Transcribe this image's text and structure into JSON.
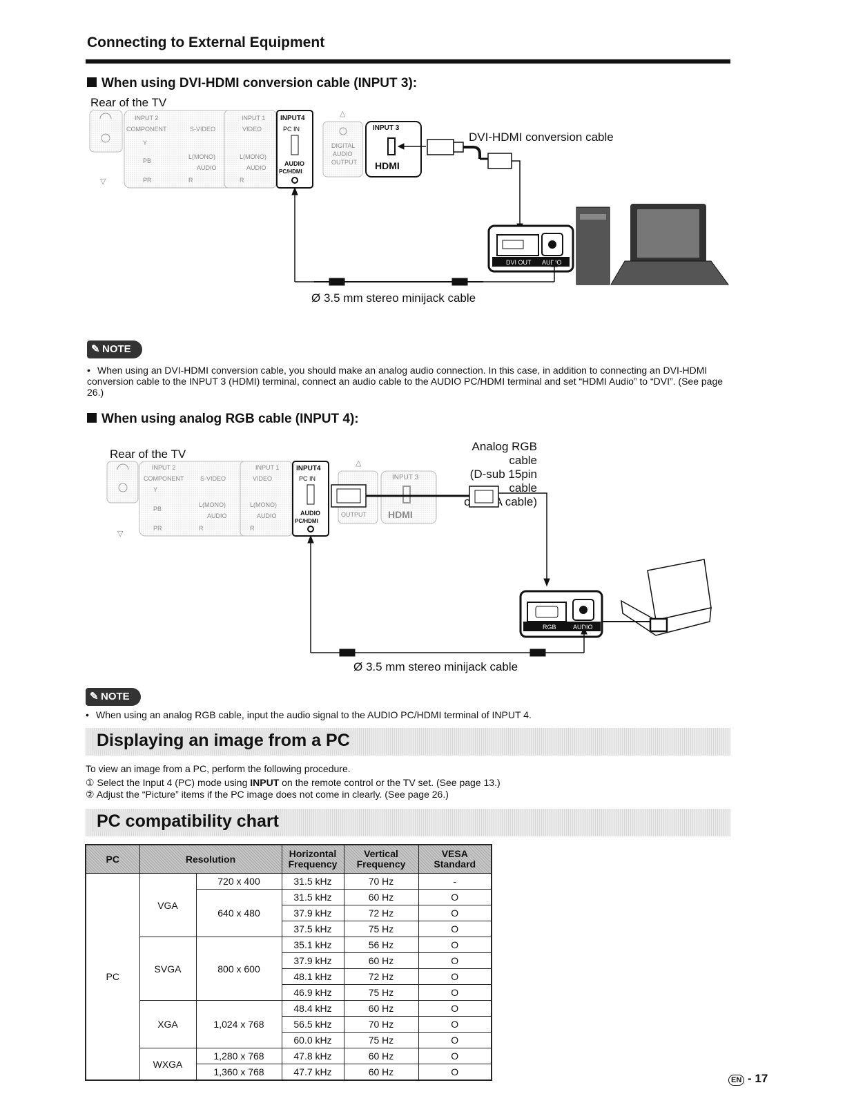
{
  "header": {
    "title": "Connecting to External Equipment"
  },
  "section1": {
    "title": "When using DVI-HDMI conversion cable (INPUT 3):",
    "rear_label": "Rear of the TV",
    "panel": {
      "input2": "INPUT 2",
      "component": "COMPONENT",
      "svideo": "S-VIDEO",
      "video": "VIDEO",
      "input1": "INPUT 1",
      "input4": "INPUT4",
      "pcin": "PC IN",
      "audio": "AUDIO",
      "pchdmi": "PC/HDMI",
      "y": "Y",
      "pb": "PB",
      "pr": "PR",
      "lmono": "L(MONO)",
      "audio_small": "AUDIO",
      "r": "R",
      "digital": "DIGITAL",
      "audio2": "AUDIO",
      "output": "OUTPUT",
      "input3": "INPUT 3",
      "hdmi": "HDMI"
    },
    "cable_label": "DVI-HDMI conversion cable",
    "pc_ports": {
      "dvi_out": "DVI OUT",
      "audio": "AUDIO"
    },
    "minijack_label": "Ø 3.5 mm stereo minijack cable",
    "note": {
      "badge": "NOTE",
      "text": "When using an DVI-HDMI conversion cable, you should make an analog audio connection. In this case, in addition to connecting an DVI-HDMI conversion cable to the INPUT 3 (HDMI) terminal, connect an audio cable to the AUDIO PC/HDMI terminal and set “HDMI Audio” to “DVI”. (See page 26.)"
    }
  },
  "section2": {
    "title": "When using analog RGB cable (INPUT 4):",
    "rear_label": "Rear of the TV",
    "cable_label_lines": [
      "Analog RGB cable",
      "(D-sub 15pin cable",
      "or VGA cable)"
    ],
    "pc_ports": {
      "rgb": "RGB",
      "audio": "AUDIO"
    },
    "minijack_label": "Ø 3.5 mm stereo minijack cable",
    "note": {
      "badge": "NOTE",
      "text": "When using an analog RGB cable, input the audio signal to the AUDIO PC/HDMI terminal of INPUT 4."
    }
  },
  "display_section": {
    "title": "Displaying an image from a PC",
    "intro": "To view an image from a PC, perform the following procedure.",
    "step1_num": "①",
    "step1_pre": "Select the Input 4 (PC) mode using ",
    "step1_bold": "INPUT",
    "step1_post": " on the remote control or the TV set. (See page 13.)",
    "step2_num": "②",
    "step2": "Adjust the “Picture” items if the PC image does not come in clearly.  (See page 26.)"
  },
  "chart_section": {
    "title": "PC compatibility chart",
    "headers": {
      "pc": "PC",
      "resolution": "Resolution",
      "hfreq_1": "Horizontal",
      "hfreq_2": "Frequency",
      "vfreq_1": "Vertical",
      "vfreq_2": "Frequency",
      "vesa_1": "VESA",
      "vesa_2": "Standard"
    },
    "pc_label": "PC",
    "groups": {
      "vga": "VGA",
      "svga": "SVGA",
      "xga": "XGA",
      "wxga": "WXGA"
    },
    "resolutions": {
      "r720": "720 x 400",
      "r640": "640 x 480",
      "r800": "800 x 600",
      "r1024": "1,024 x 768",
      "r1280": "1,280 x 768",
      "r1360": "1,360 x 768"
    },
    "rows": [
      {
        "h": "31.5 kHz",
        "v": "70 Hz",
        "vesa": "-"
      },
      {
        "h": "31.5 kHz",
        "v": "60 Hz",
        "vesa": "O"
      },
      {
        "h": "37.9 kHz",
        "v": "72 Hz",
        "vesa": "O"
      },
      {
        "h": "37.5 kHz",
        "v": "75 Hz",
        "vesa": "O"
      },
      {
        "h": "35.1 kHz",
        "v": "56 Hz",
        "vesa": "O"
      },
      {
        "h": "37.9 kHz",
        "v": "60 Hz",
        "vesa": "O"
      },
      {
        "h": "48.1 kHz",
        "v": "72 Hz",
        "vesa": "O"
      },
      {
        "h": "46.9 kHz",
        "v": "75 Hz",
        "vesa": "O"
      },
      {
        "h": "48.4 kHz",
        "v": "60 Hz",
        "vesa": "O"
      },
      {
        "h": "56.5 kHz",
        "v": "70 Hz",
        "vesa": "O"
      },
      {
        "h": "60.0 kHz",
        "v": "75 Hz",
        "vesa": "O"
      },
      {
        "h": "47.8 kHz",
        "v": "60 Hz",
        "vesa": "O"
      },
      {
        "h": "47.7 kHz",
        "v": "60 Hz",
        "vesa": "O"
      }
    ]
  },
  "footer": {
    "lang": "EN",
    "page": "- 17"
  }
}
